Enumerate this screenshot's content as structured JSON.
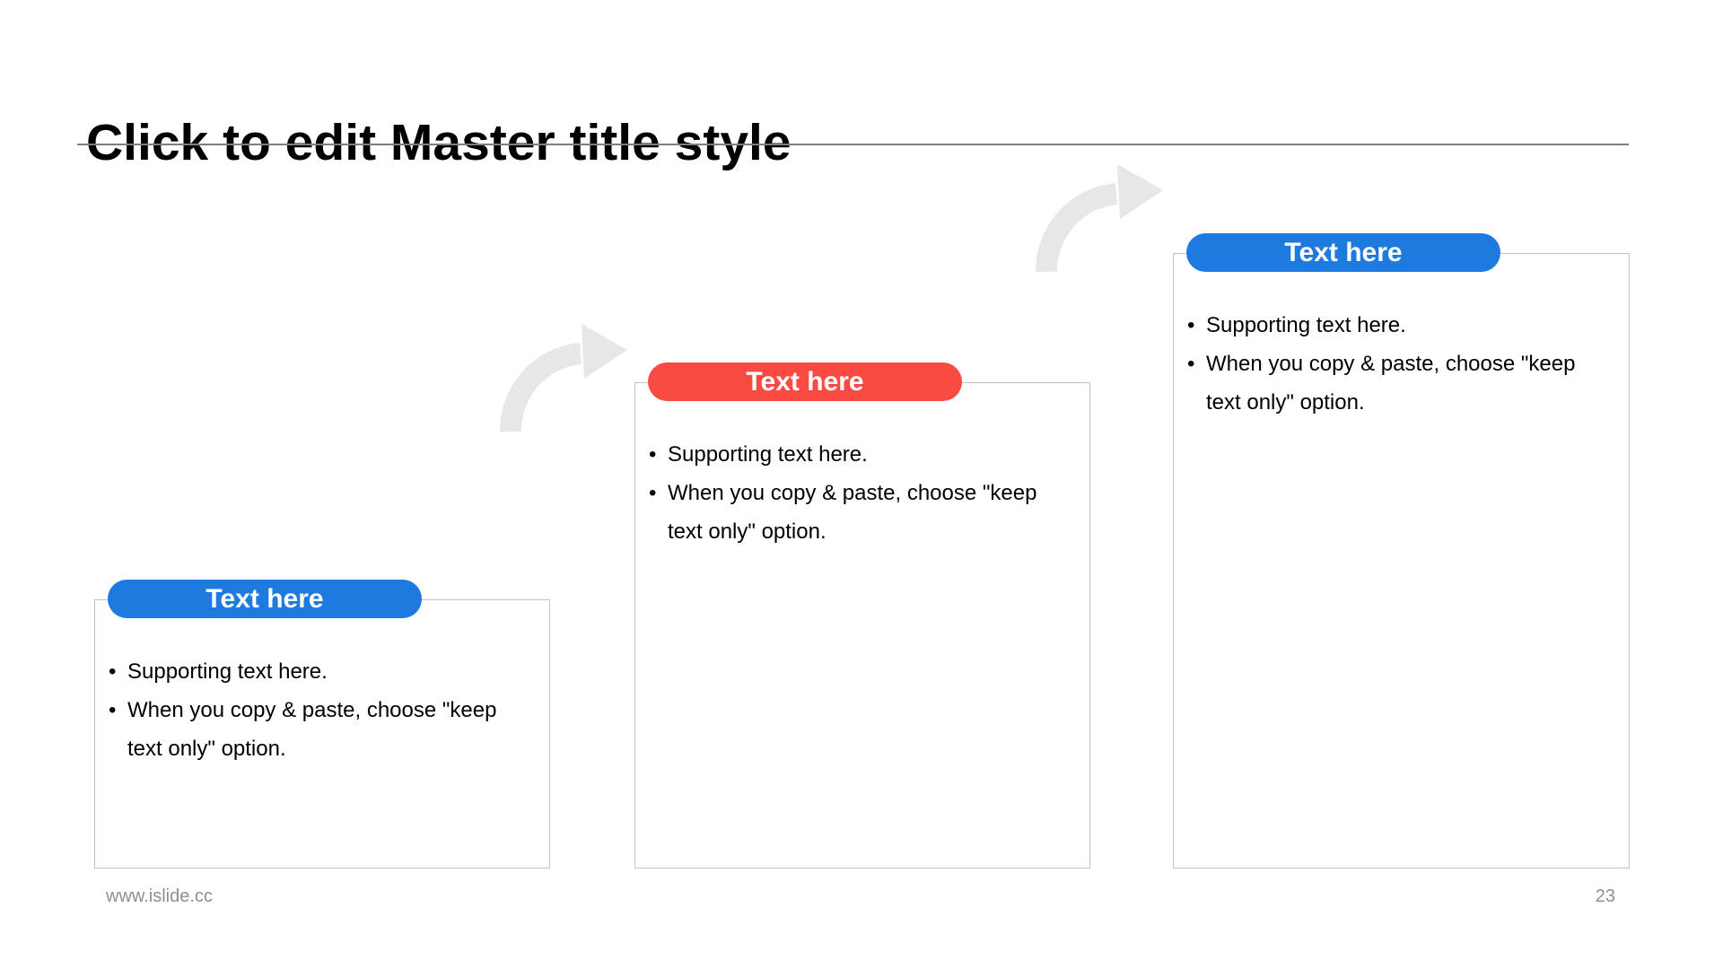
{
  "slide": {
    "title": "Click to edit Master title style",
    "bullet_char": "•",
    "cards": [
      {
        "header": "Text here",
        "accent_color": "#1f7ae0",
        "bullets": [
          "Supporting text here.",
          "When you copy & paste, choose \"keep text only\" option."
        ]
      },
      {
        "header": "Text here",
        "accent_color": "#fa4b42",
        "bullets": [
          "Supporting text here.",
          "When you copy & paste, choose \"keep text only\" option."
        ]
      },
      {
        "header": "Text here",
        "accent_color": "#1f7ae0",
        "bullets": [
          "Supporting text here.",
          "When you copy & paste, choose \"keep text only\" option."
        ]
      }
    ],
    "footer": {
      "website": "www.islide.cc",
      "page_number": "23"
    },
    "colors": {
      "accent_blue": "#1f7ae0",
      "accent_red": "#fa4b42",
      "arrow_gray": "#e7e7e9",
      "card_border": "#c2c2c2",
      "title_rule": "#7f7f7f",
      "footer_text": "#8f8f8f"
    }
  }
}
